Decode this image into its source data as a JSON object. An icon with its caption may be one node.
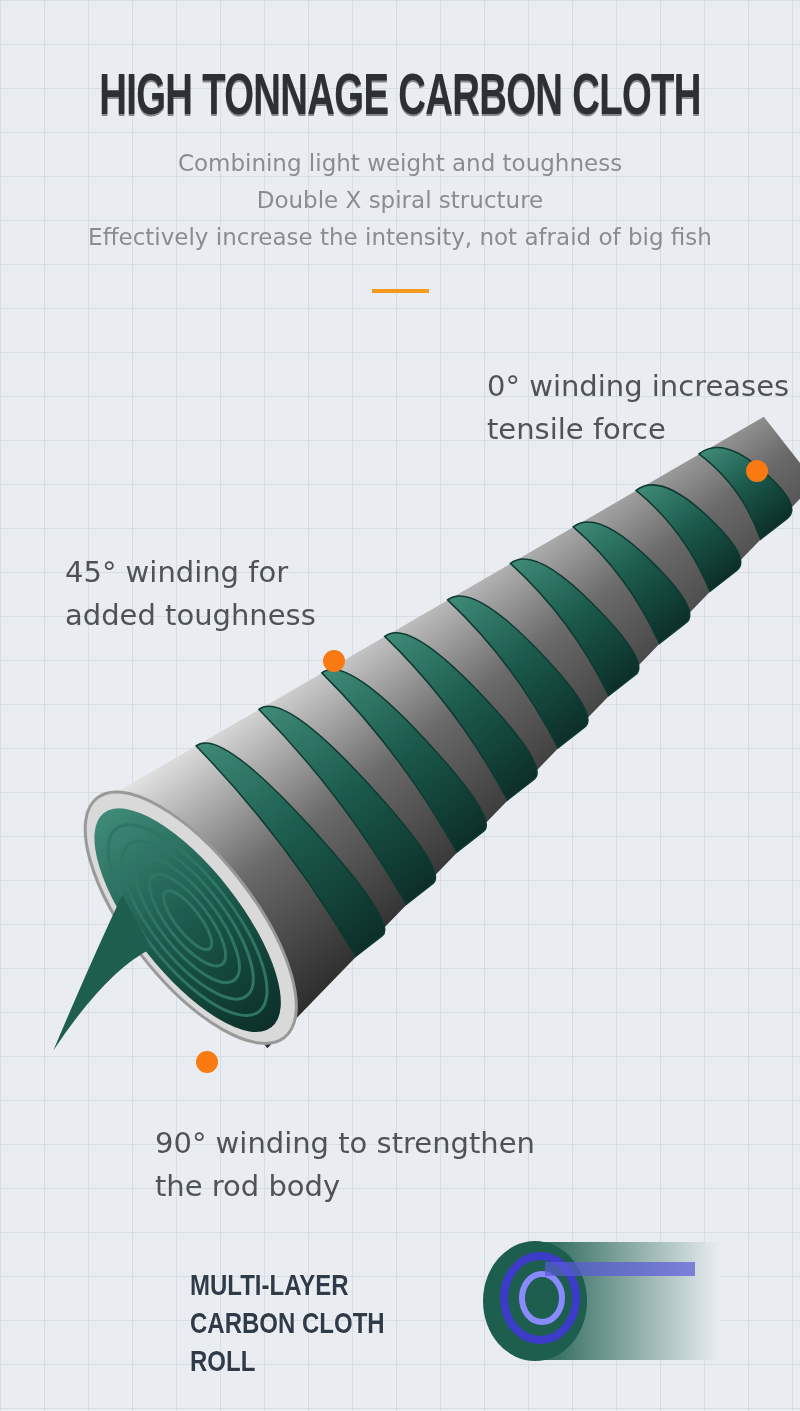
{
  "diagram": {
    "title": "HIGH TONNAGE CARBON CLOTH",
    "labels": [
      "Combining light weight and toughness",
      "Double X spiral structure",
      "Effectively increase the intensity, not afraid of big fish",
      "0° winding increases tensile force",
      "45° winding for added toughness",
      "90° winding to strengthen the rod body",
      "MULTI-LAYER CARBON CLOTH ROLL"
    ]
  }
}
